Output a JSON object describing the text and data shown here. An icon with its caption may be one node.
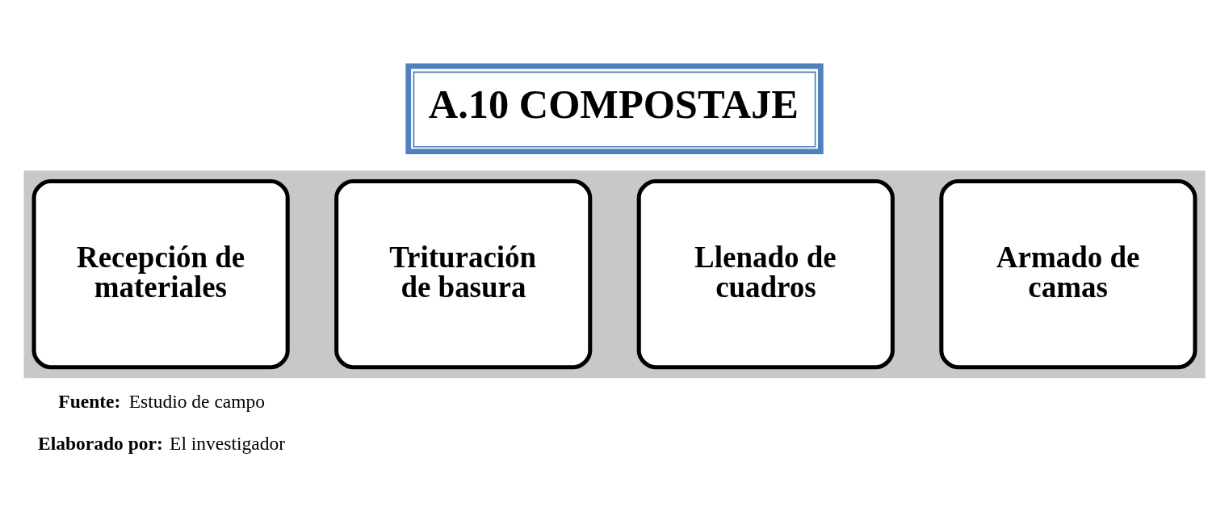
{
  "diagram": {
    "title": "A.10 COMPOSTAJE",
    "nodes": [
      {
        "text": [],
        "shape": "arrow"
      },
      {
        "text": [
          "Recepción de materiales"
        ],
        "in": 0
      },
      {
        "text": [
          "Trituración de basura"
        ],
        "in": 0
      },
      {
        "text": [
          "Llenado de cuadros"
        ],
        "in": 0
      },
      {
        "text": [
          "Armado de camas"
        ],
        "in": 0
      }
    ],
    "labels": [
      "**Fuente:** Estudio de campo",
      "**Elaborado por:** El investigador"
    ]
  }
}
